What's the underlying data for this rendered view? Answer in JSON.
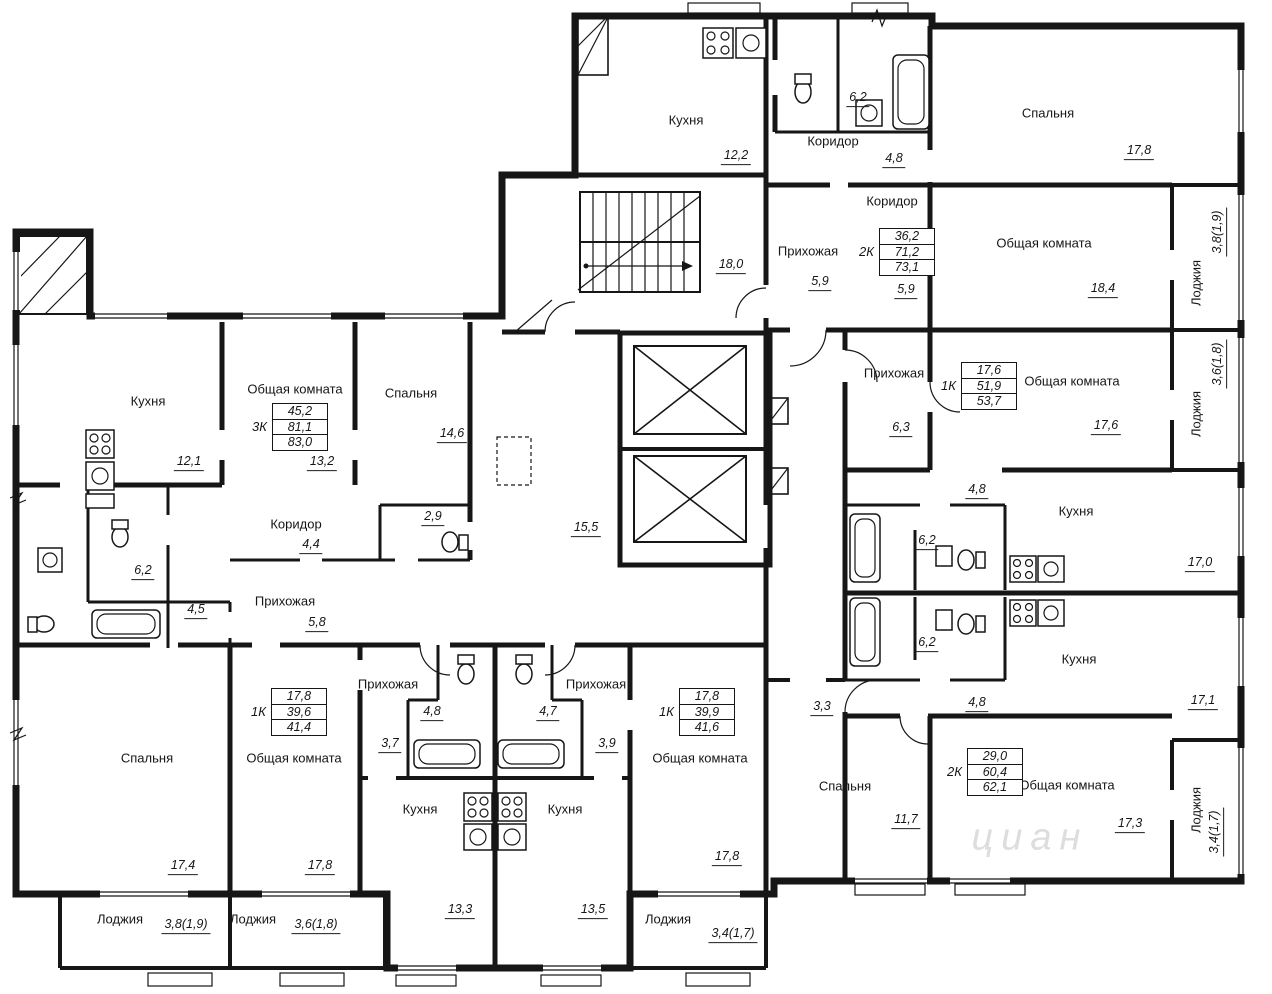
{
  "rooms": {
    "kitchen_top": {
      "label": "Кухня",
      "area": "12,2"
    },
    "corridor_top": {
      "label": "Коридор",
      "area": "4,8"
    },
    "bath_top": {
      "area": "6,2"
    },
    "bedroom_top_right": {
      "label": "Спальня",
      "area": "17,8"
    },
    "corridor_2k": {
      "label": "Коридор"
    },
    "living_18_4": {
      "label": "Общая комната",
      "area": "18,4"
    },
    "hall_5_9": {
      "label": "Прихожая",
      "area": "5,9"
    },
    "hall_5_9b": {
      "area": "5,9"
    },
    "stairs": {
      "area": "18,0"
    },
    "hall_6_3": {
      "label": "Прихожая",
      "area": "6,3"
    },
    "living_17_6": {
      "label": "Общая комната",
      "area": "17,6"
    },
    "hall_4_8_top": {
      "area": "4,8"
    },
    "kitchen_17_0": {
      "label": "Кухня",
      "area": "17,0"
    },
    "bath_6_2_r1": {
      "area": "6,2"
    },
    "bath_6_2_r2": {
      "area": "6,2"
    },
    "kitchen_17_1": {
      "label": "Кухня",
      "area": "17,1"
    },
    "hall_4_8_bottom": {
      "area": "4,8"
    },
    "hall_3_3": {
      "area": "3,3"
    },
    "living_17_3": {
      "label": "Общая комната",
      "area": "17,3"
    },
    "bedroom_11_7": {
      "label": "Спальня",
      "area": "11,7"
    },
    "kitchen_12_1": {
      "label": "Кухня",
      "area": "12,1"
    },
    "living_13_2": {
      "label": "Общая комната",
      "area": "13,2"
    },
    "bedroom_14_6": {
      "label": "Спальня",
      "area": "14,6"
    },
    "wc_2_9": {
      "area": "2,9"
    },
    "corridor_4_4": {
      "label": "Коридор",
      "area": "4,4"
    },
    "bath_6_2_left": {
      "area": "6,2"
    },
    "wc_4_5": {
      "area": "4,5"
    },
    "hall_5_8": {
      "label": "Прихожая",
      "area": "5,8"
    },
    "hall_15_5": {
      "area": "15,5"
    },
    "hall_4_8_left": {
      "label": "Прихожая",
      "area": "4,8",
      "area2": "3,7"
    },
    "hall_4_7": {
      "label": "Прихожая",
      "area": "4,7",
      "area2": "3,9"
    },
    "bedroom_17_4": {
      "label": "Спальня",
      "area": "17,4"
    },
    "living_17_8_left": {
      "label": "Общая комната",
      "area": "17,8"
    },
    "kitchen_13_3": {
      "label": "Кухня",
      "area": "13,3"
    },
    "kitchen_13_5": {
      "label": "Кухня",
      "area": "13,5"
    },
    "living_17_8_mid": {
      "label": "Общая комната",
      "area": "17,8"
    },
    "loggia_r1": {
      "label": "Лоджия",
      "area": "3,8(1,9)"
    },
    "loggia_r2": {
      "label": "Лоджия",
      "area": "3,6(1,8)"
    },
    "loggia_r3": {
      "label": "Лоджия",
      "area": "3,4(1,7)"
    },
    "loggia_b1": {
      "label": "Лоджия",
      "area": "3,8(1,9)"
    },
    "loggia_b2": {
      "label": "Лоджия",
      "area": "3,6(1,8)"
    },
    "loggia_b3": {
      "label": "Лоджия",
      "area": "3,4(1,7)"
    }
  },
  "apartments": {
    "apt_2k_top": {
      "type": "2К",
      "living_area": "36,2",
      "area": "71,2",
      "total_area": "73,1"
    },
    "apt_1k_right": {
      "type": "1К",
      "living_area": "17,6",
      "area": "51,9",
      "total_area": "53,7"
    },
    "apt_3k_left": {
      "type": "3К",
      "living_area": "45,2",
      "area": "81,1",
      "total_area": "83,0"
    },
    "apt_1k_bottom_left": {
      "type": "1К",
      "living_area": "17,8",
      "area": "39,6",
      "total_area": "41,4"
    },
    "apt_1k_bottom_mid": {
      "type": "1К",
      "living_area": "17,8",
      "area": "39,9",
      "total_area": "41,6"
    },
    "apt_2k_bottom_right": {
      "type": "2К",
      "living_area": "29,0",
      "area": "60,4",
      "total_area": "62,1"
    }
  },
  "watermark": "циан"
}
